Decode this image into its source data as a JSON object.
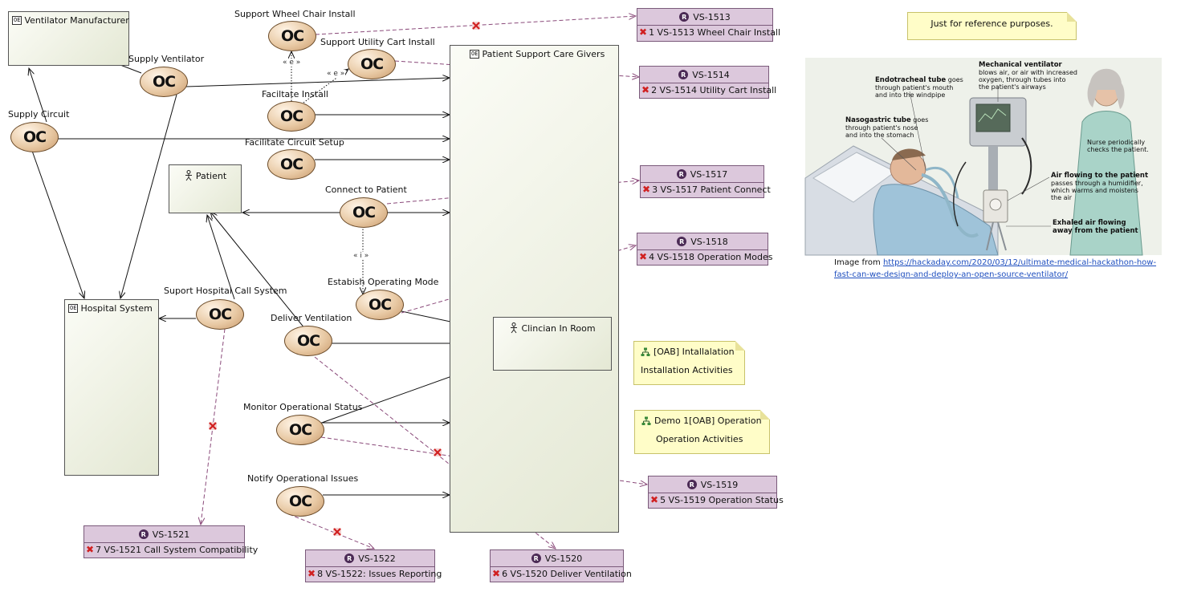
{
  "entities": {
    "ventilator_manufacturer": "Ventilator Manufacturer",
    "patient_support_care_givers": "Patient Support Care Givers",
    "hospital_system": "Hospital System",
    "patient": "Patient",
    "clinician_in_room": "Clincian In Room",
    "entity_icon_text": "OE"
  },
  "capabilities": {
    "icon_text": "OC",
    "support_wheel_chair_install": "Support Wheel Chair Install",
    "support_utility_cart_install": "Support Utility Cart Install",
    "supply_ventilator": "Supply Ventilator",
    "facilitate_install": "Faciltate Install",
    "supply_circuit": "Supply Circuit",
    "facilitate_circuit_setup": "Facilitate Circuit Setup",
    "connect_to_patient": "Connect to Patient",
    "establish_operating_mode": "Estabish Operating Mode",
    "support_hospital_call_system": "Suport Hospital Call System",
    "deliver_ventilation": "Deliver Ventilation",
    "monitor_operational_status": "Monitor Operational Status",
    "notify_operational_issues": "Notify Operational Issues"
  },
  "stereotypes": {
    "extend_1": "« e »",
    "extend_2": "« e »",
    "include_1": "« i »"
  },
  "requirements": {
    "badge": "R",
    "vs1513": {
      "id": "VS-1513",
      "row": "1 VS-1513 Wheel Chair Install"
    },
    "vs1514": {
      "id": "VS-1514",
      "row": "2 VS-1514 Utility Cart Install"
    },
    "vs1517": {
      "id": "VS-1517",
      "row": "3 VS-1517 Patient Connect"
    },
    "vs1518": {
      "id": "VS-1518",
      "row": "4 VS-1518 Operation Modes"
    },
    "vs1519": {
      "id": "VS-1519",
      "row": "5 VS-1519 Operation Status"
    },
    "vs1521": {
      "id": "VS-1521",
      "row": "7 VS-1521 Call System Compatibility"
    },
    "vs1522": {
      "id": "VS-1522",
      "row": "8 VS-1522: Issues Reporting"
    },
    "vs1520": {
      "id": "VS-1520",
      "row": "6 VS-1520 Deliver Ventilation"
    }
  },
  "notes": {
    "installation": {
      "title": "[OAB] Intallalation",
      "body": "Installation Activities"
    },
    "operation": {
      "title": "Demo 1[OAB] Operation",
      "body": "Operation Activities"
    },
    "reference": "Just for reference purposes."
  },
  "illustration": {
    "endotracheal_title": "Endotracheal tube",
    "endotracheal_rest1": " goes",
    "endotracheal_line2": "through patient's mouth",
    "endotracheal_line3": "and into the windpipe",
    "ventilator_title": "Mechanical ventilator",
    "ventilator_line1": "blows air, or air with increased",
    "ventilator_line2": "oxygen, through tubes into",
    "ventilator_line3": "the patient's airways",
    "nasogastric_title": "Nasogastric tube",
    "nasogastric_rest1": " goes",
    "nasogastric_line2": "through patient's nose",
    "nasogastric_line3": "and into the stomach",
    "nurse_line1": "Nurse periodically",
    "nurse_line2": "checks the patient.",
    "air_title": "Air flowing to the patient",
    "air_line1": "passes through a humidifier,",
    "air_line2": "which warms and moistens",
    "air_line3": "the air",
    "exhaled_line1": "Exhaled air flowing",
    "exhaled_line2": "away from the patient"
  },
  "caption": {
    "prefix": "Image from ",
    "link_line1": "https://hackaday.com/2020/03/12/ultimate-medical-hackathon-how-",
    "link_line2": "fast-can-we-design-and-deploy-an-open-source-ventilator/"
  },
  "colors": {
    "requirement_fill": "#dcc8dc",
    "note_fill": "#fffdc8",
    "capability_fill": "#e8c9a4",
    "trace_line": "#8a4a7a",
    "violation_mark": "#d02020"
  }
}
